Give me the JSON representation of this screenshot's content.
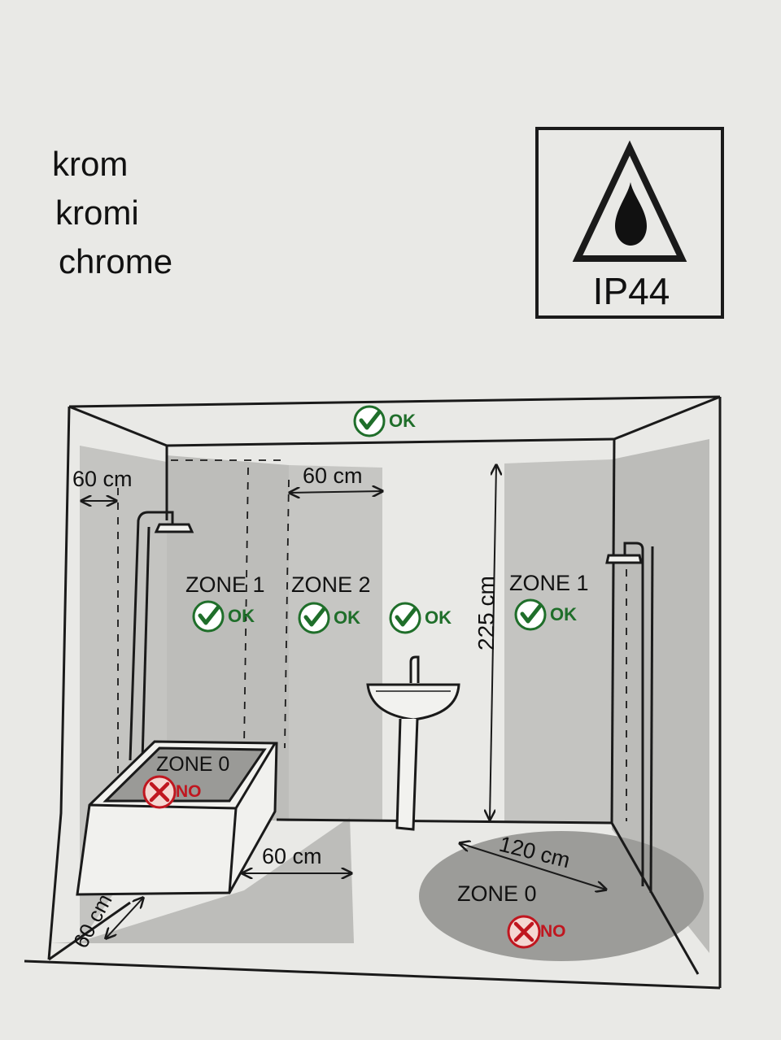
{
  "colors": {
    "paper": "#e9e9e6",
    "zone_fill": "#c4c4c1",
    "zone_dark": "#9c9c99",
    "line": "#1a1a1a",
    "ok_green": "#1f6e2a",
    "no_red": "#c0161f"
  },
  "finish_labels": [
    "krom",
    "kromi",
    "chrome"
  ],
  "ip_rating": {
    "label": "IP44",
    "icon": "water-drop-triangle-icon"
  },
  "badges": {
    "ok_text": "OK",
    "no_text": "NO",
    "ok_icon": "green-check-circle-icon",
    "no_icon": "red-cross-circle-icon"
  },
  "zones": {
    "zone1_left": "ZONE 1",
    "zone2": "ZONE 2",
    "zone1_right": "ZONE 1",
    "zone0_bath": "ZONE 0",
    "zone0_floor": "ZONE 0"
  },
  "dimensions": {
    "top_left_width": "60 cm",
    "zone2_width": "60 cm",
    "height": "225 cm",
    "bath_side": "60 cm",
    "bath_front": "60 cm",
    "floor_radius": "120 cm"
  }
}
